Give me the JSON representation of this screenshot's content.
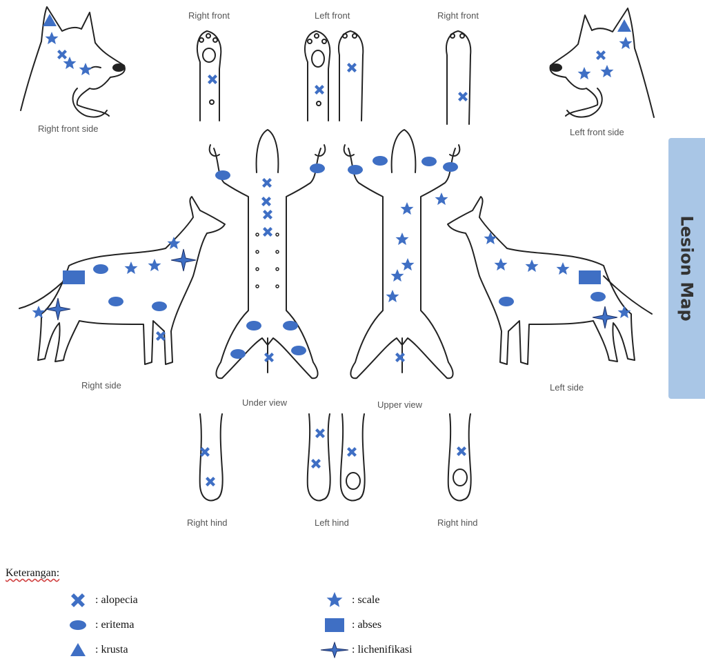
{
  "tab": {
    "title": "Lesion Map"
  },
  "views": {
    "right_front_side": "Right front side",
    "right_front_1": "Right front",
    "left_front": "Left front",
    "right_front_2": "Right front",
    "left_front_side": "Left front side",
    "right_side": "Right side",
    "under_view": "Under view",
    "upper_view": "Upper view",
    "left_side": "Left side",
    "right_hind_1": "Right hind",
    "left_hind": "Left hind",
    "right_hind_2": "Right hind"
  },
  "legend": {
    "title": "Keterangan:",
    "items": [
      {
        "icon": "x-mark-icon",
        "text": ": alopecia"
      },
      {
        "icon": "ellipse-icon",
        "text": ": eritema"
      },
      {
        "icon": "triangle-icon",
        "text": ": krusta"
      },
      {
        "icon": "star-icon",
        "text": ": scale"
      },
      {
        "icon": "rectangle-icon",
        "text": ": abses"
      },
      {
        "icon": "four-point-star-icon",
        "text": ": lichenifikasi"
      }
    ]
  },
  "colors": {
    "marker": "#3f6fc4",
    "outline": "#222222",
    "tab": "#a9c6e6"
  }
}
